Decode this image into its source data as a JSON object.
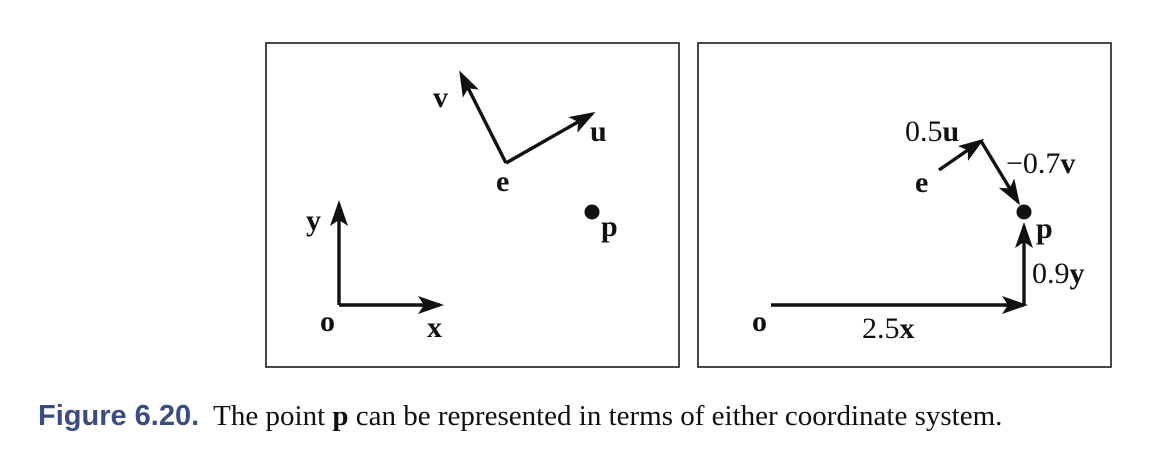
{
  "left_panel": {
    "labels": {
      "o": "o",
      "x": "x",
      "y": "y",
      "e": "e",
      "u": "u",
      "v": "v",
      "p": "p"
    }
  },
  "right_panel": {
    "labels": {
      "o": "o",
      "x_term": "2.5x",
      "y_term": "0.9y",
      "e": "e",
      "u_term": "0.5u",
      "v_term": "−0.7v",
      "p": "p"
    },
    "coefficients": {
      "x": "2.5",
      "y": "0.9",
      "u": "0.5",
      "v": "−0.7"
    }
  },
  "caption": {
    "label": "Figure 6.20.",
    "text_before": "The point ",
    "bold_term": "p",
    "text_after": " can be represented in terms of either coordinate system."
  },
  "colors": {
    "ink": "#111111",
    "caption_label": "#3b4d7e"
  }
}
